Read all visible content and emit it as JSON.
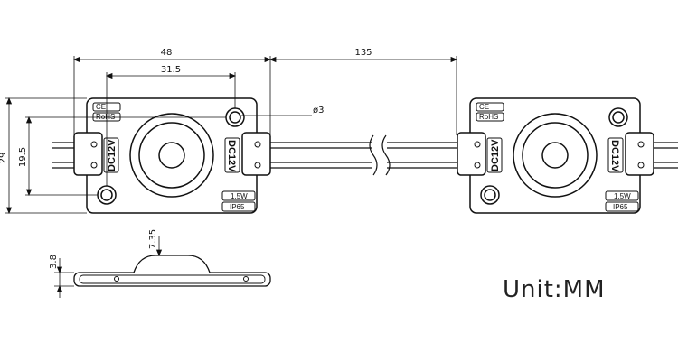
{
  "dimensions": {
    "overall_width": "48",
    "hole_spacing": "31.5",
    "pitch": "135",
    "hole_diameter": "ø3",
    "overall_height": "29",
    "hole_vertical": "19.5",
    "thickness": "3.8",
    "lens_height": "7.35"
  },
  "module": {
    "ce_mark": "CE",
    "rohs": "RoHS",
    "voltage": "DC12V",
    "power": "1.5W",
    "rating": "IP65"
  },
  "unit_label": "Unit:MM",
  "colors": {
    "line": "#111111"
  }
}
